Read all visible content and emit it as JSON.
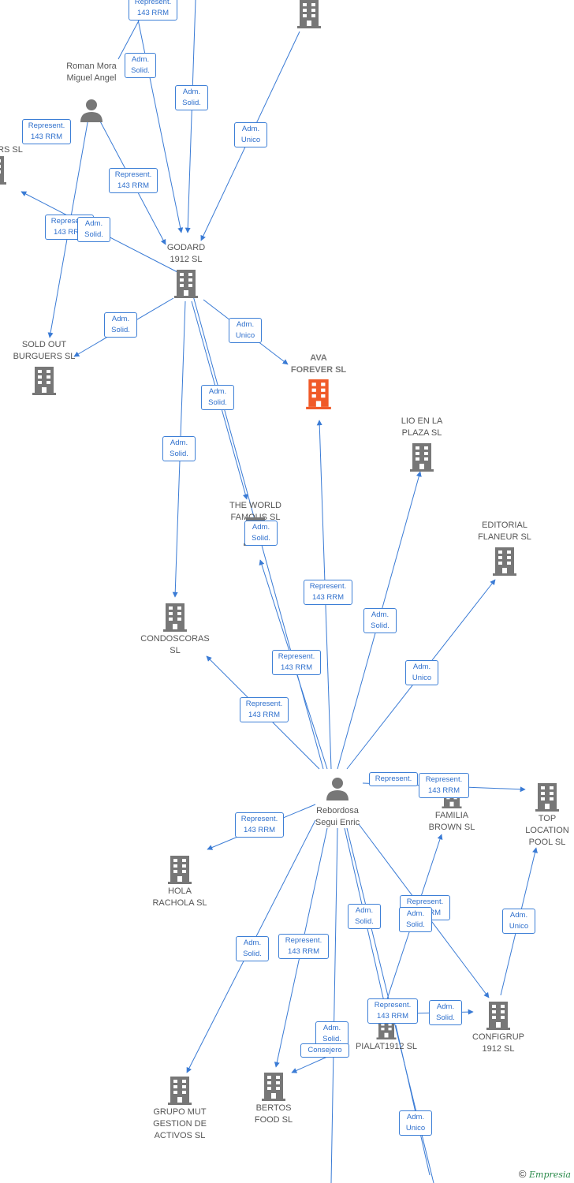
{
  "colors": {
    "edge": "#3a7bd5",
    "node": "#777777",
    "highlight": "#f05a28"
  },
  "nodes": {
    "top_building": "",
    "roman": "Roman Mora\nMiguel Angel",
    "rs_sl": "RS  SL",
    "godard": "GODARD\n1912  SL",
    "sold_out": "SOLD OUT\nBURGUERS  SL",
    "ava": "AVA\nFOREVER  SL",
    "lio": "LIO EN LA\nPLAZA  SL",
    "world": "THE WORLD\nFAMOUS  SL",
    "editorial": "EDITORIAL\nFLANEUR  SL",
    "condoscoras": "CONDOSCORAS\nSL",
    "rebordosa": "Rebordosa\nSegui Enric",
    "familia": "FAMILIA\nBROWN  SL",
    "top_location": "TOP\nLOCATION\nPOOL  SL",
    "hola": "HOLA\nRACHOLA  SL",
    "configrup": "CONFIGRUP\n1912  SL",
    "pialat": "PIALAT1912  SL",
    "grupo_mut": "GRUPO MUT\nGESTION DE\nACTIVOS  SL",
    "bertos": "BERTOS\nFOOD  SL"
  },
  "badges": [
    {
      "id": "b1",
      "text": "Represent.\n143 RRM"
    },
    {
      "id": "b2",
      "text": "Adm.\nSolid."
    },
    {
      "id": "b3",
      "text": "Adm.\nSolid."
    },
    {
      "id": "b4",
      "text": "Represent.\n143 RRM"
    },
    {
      "id": "b5",
      "text": "Adm.\nUnico"
    },
    {
      "id": "b6",
      "text": "Represent.\n143 RRM"
    },
    {
      "id": "b7",
      "text": "Represent.\n143 RRM"
    },
    {
      "id": "b8",
      "text": "Adm.\nSolid."
    },
    {
      "id": "b9",
      "text": "Adm.\nSolid."
    },
    {
      "id": "b10",
      "text": "Adm.\nUnico"
    },
    {
      "id": "b11",
      "text": "Adm.\nSolid."
    },
    {
      "id": "b12",
      "text": "Adm.\nSolid."
    },
    {
      "id": "b13",
      "text": "Adm.\nSolid."
    },
    {
      "id": "b14",
      "text": "Represent.\n143 RRM"
    },
    {
      "id": "b15",
      "text": "Adm.\nSolid."
    },
    {
      "id": "b16",
      "text": "Adm.\nUnico"
    },
    {
      "id": "b17",
      "text": "Represent.\n143 RRM"
    },
    {
      "id": "b18",
      "text": "Represent.\n143 RRM"
    },
    {
      "id": "b19",
      "text": "Represent."
    },
    {
      "id": "b20",
      "text": "Represent.\n143 RRM"
    },
    {
      "id": "b21",
      "text": "Represent.\n143 RRM"
    },
    {
      "id": "b22",
      "text": "Represent.\n143 RRM"
    },
    {
      "id": "b23",
      "text": "Adm.\nSolid."
    },
    {
      "id": "b24",
      "text": "Adm.\nSolid."
    },
    {
      "id": "b25",
      "text": "Adm.\nSolid."
    },
    {
      "id": "b26",
      "text": "Represent.\n143 RRM"
    },
    {
      "id": "b27",
      "text": "Adm.\nUnico"
    },
    {
      "id": "b28",
      "text": "Represent.\n143 RRM"
    },
    {
      "id": "b29",
      "text": "Adm.\nSolid."
    },
    {
      "id": "b30",
      "text": "Adm.\nSolid."
    },
    {
      "id": "b31",
      "text": "Consejero"
    },
    {
      "id": "b32",
      "text": "Adm.\nUnico"
    }
  ],
  "footer": {
    "copyright": "©",
    "brand": "Empresia"
  }
}
